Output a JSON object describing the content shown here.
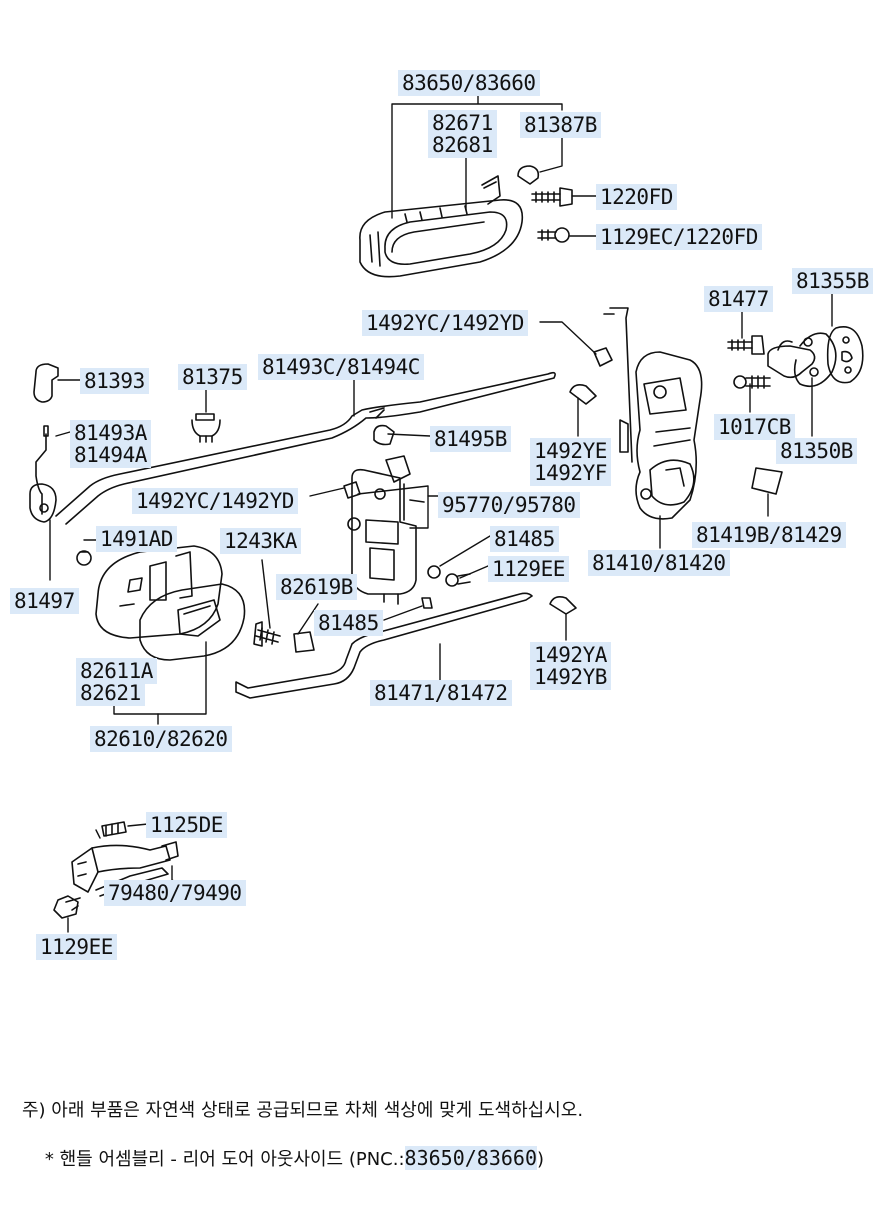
{
  "labels": {
    "l83650": "83650/83660",
    "l82671": "82671",
    "l82681": "82681",
    "l81387B": "81387B",
    "l1220FD": "1220FD",
    "l1129EC": "1129EC/1220FD",
    "l81355B": "81355B",
    "l81477": "81477",
    "l1492YC_top": "1492YC/1492YD",
    "l81393": "81393",
    "l81375": "81375",
    "l81493C": "81493C/81494C",
    "l81493A": "81493A",
    "l81494A": "81494A",
    "l81495B": "81495B",
    "l1492YE": "1492YE",
    "l1492YF": "1492YF",
    "l1017CB": "1017CB",
    "l81350B": "81350B",
    "l1492YC_mid": "1492YC/1492YD",
    "l95770": "95770/95780",
    "l1491AD": "1491AD",
    "l1243KA": "1243KA",
    "l81485a": "81485",
    "l1129EE_mid": "1129EE",
    "l81419B": "81419B/81429",
    "l81410": "81410/81420",
    "l81497": "81497",
    "l82619B": "82619B",
    "l81485b": "81485",
    "l82611A": "82611A",
    "l82621": "82621",
    "l1492YA": "1492YA",
    "l1492YB": "1492YB",
    "l81471": "81471/81472",
    "l82610": "82610/82620",
    "l1125DE": "1125DE",
    "l79480": "79480/79490",
    "l1129EE_bot": "1129EE"
  },
  "notes": {
    "line1": "주) 아래 부품은 자연색 상태로 공급되므로 차체 색상에 맞게 도색하십시오.",
    "line2_prefix": "  * 핸들 어셈블리 - 리어 도어 아웃사이드 (PNC.:",
    "line2_pnc": "83650/83660",
    "line2_suffix": ")"
  },
  "colors": {
    "label_bg": "#dbe9f8",
    "line": "#111111"
  }
}
